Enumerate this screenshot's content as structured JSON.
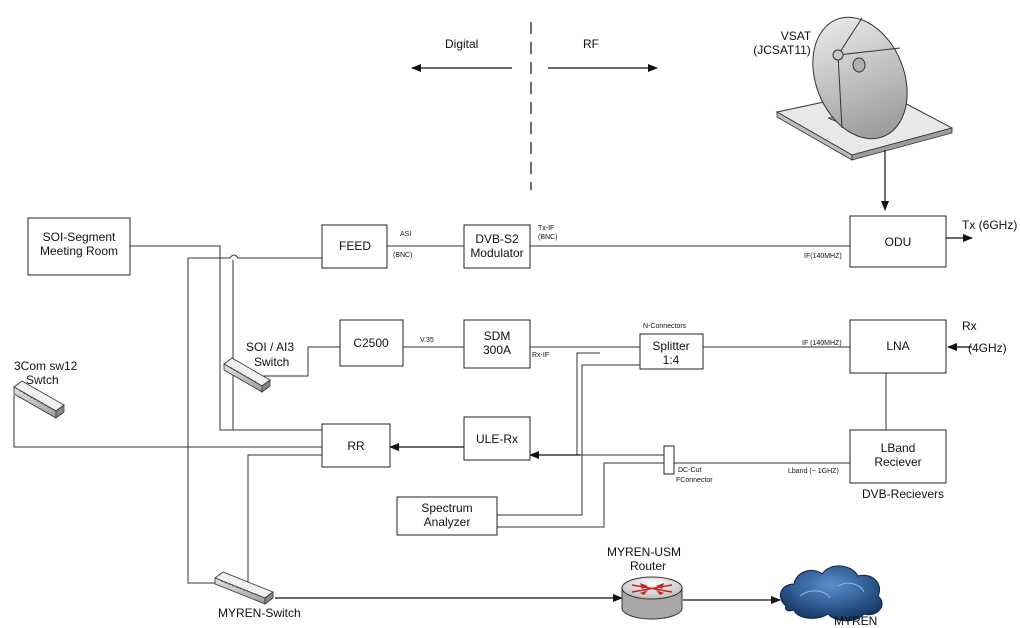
{
  "header": {
    "digital": "Digital",
    "rf": "RF"
  },
  "vsat": {
    "name": "VSAT",
    "sat": "(JCSAT11)"
  },
  "boxes": {
    "soi_segment_l1": "SOI-Segment",
    "soi_segment_l2": "Meeting Room",
    "feed": "FEED",
    "dvb_s2_l1": "DVB-S2",
    "dvb_s2_l2": "Modulator",
    "odu": "ODU",
    "c2500": "C2500",
    "sdm_l1": "SDM",
    "sdm_l2": "300A",
    "splitter_l1": "Splitter",
    "splitter_l2": "1:4",
    "lna": "LNA",
    "rr": "RR",
    "ule_rx": "ULE-Rx",
    "lband_l1": "LBand",
    "lband_l2": "Reciever",
    "spectrum_l1": "Spectrum",
    "spectrum_l2": "Analyzer"
  },
  "labels": {
    "asi": "ASI",
    "bnc1": "(BNC)",
    "tx_if": "Tx-IF",
    "bnc2": "(BNC)",
    "if140_top": "IF(140MHZ)",
    "tx_l1": "Tx (6GHz)",
    "v35": "V.35",
    "rx_if": "Rx-IF",
    "n_connectors": "N-Connectors",
    "if140_mid": "IF (140MHZ)",
    "rx": "Rx",
    "rx_ghz": "(4GHz)",
    "lband_freq": "Lband (~ 1GHZ)",
    "dc_cut": "DC-Cut",
    "fconnector": "FConnector",
    "dvb_receivers": "DVB-Recievers"
  },
  "switches": {
    "soi_l1": "SOI / AI3",
    "soi_l2": "Switch",
    "three_com_l1": "3Com sw12",
    "three_com_l2": "Swtch",
    "myren_switch": "MYREN-Switch"
  },
  "router": {
    "l1": "MYREN-USM",
    "l2": "Router"
  },
  "cloud": {
    "label": "MYREN"
  },
  "colors": {
    "line": "#333333",
    "box_border": "#222222",
    "cloud": "#1f4f8a",
    "router_arrows": "#cc2222",
    "dish": "#d8d8d8"
  }
}
